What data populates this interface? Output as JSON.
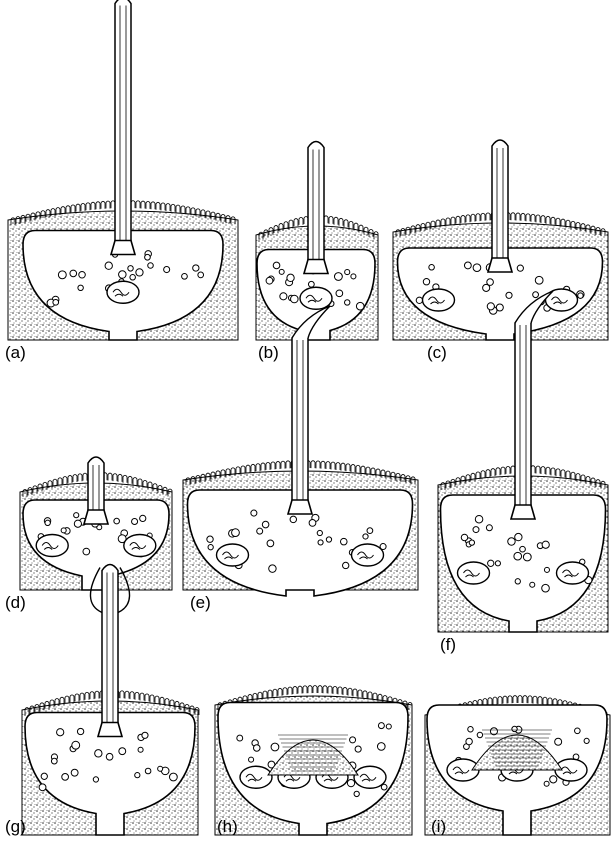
{
  "figure": {
    "panels": [
      {
        "id": "a",
        "label": "(a)",
        "kinocilium": "long-straight",
        "nuclei": 1
      },
      {
        "id": "b",
        "label": "(b)",
        "kinocilium": "short",
        "nuclei": 1
      },
      {
        "id": "c",
        "label": "(c)",
        "kinocilium": "short",
        "nuclei": 2
      },
      {
        "id": "d",
        "label": "(d)",
        "kinocilium": "stub",
        "nuclei": 2
      },
      {
        "id": "e",
        "label": "(e)",
        "kinocilium": "bent-tip",
        "nuclei": 2
      },
      {
        "id": "f",
        "label": "(f)",
        "kinocilium": "long-bent-tip",
        "nuclei": 2
      },
      {
        "id": "g",
        "label": "(g)",
        "kinocilium": "swollen",
        "nuclei": 0
      },
      {
        "id": "h",
        "label": "(h)",
        "kinocilium": "none",
        "nuclei": 4
      },
      {
        "id": "i",
        "label": "(i)",
        "kinocilium": "none",
        "nuclei": 3
      }
    ]
  }
}
